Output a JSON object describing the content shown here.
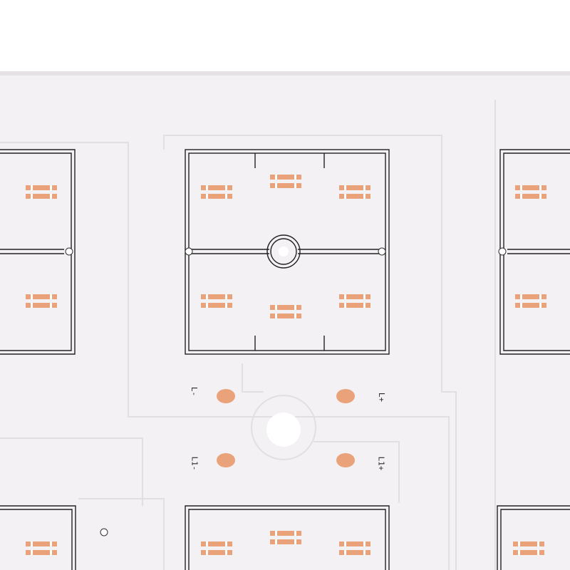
{
  "board": {
    "background_color": "#ffffff",
    "board_color": "#f3f1f3",
    "copper_color": "#e9a27a",
    "outline_color": "#222222"
  },
  "silkscreen": {
    "label_l_minus_top": "L-",
    "label_l_plus_top": "L+",
    "label_l1_minus": "L1-",
    "label_l1_plus": "L1+"
  }
}
